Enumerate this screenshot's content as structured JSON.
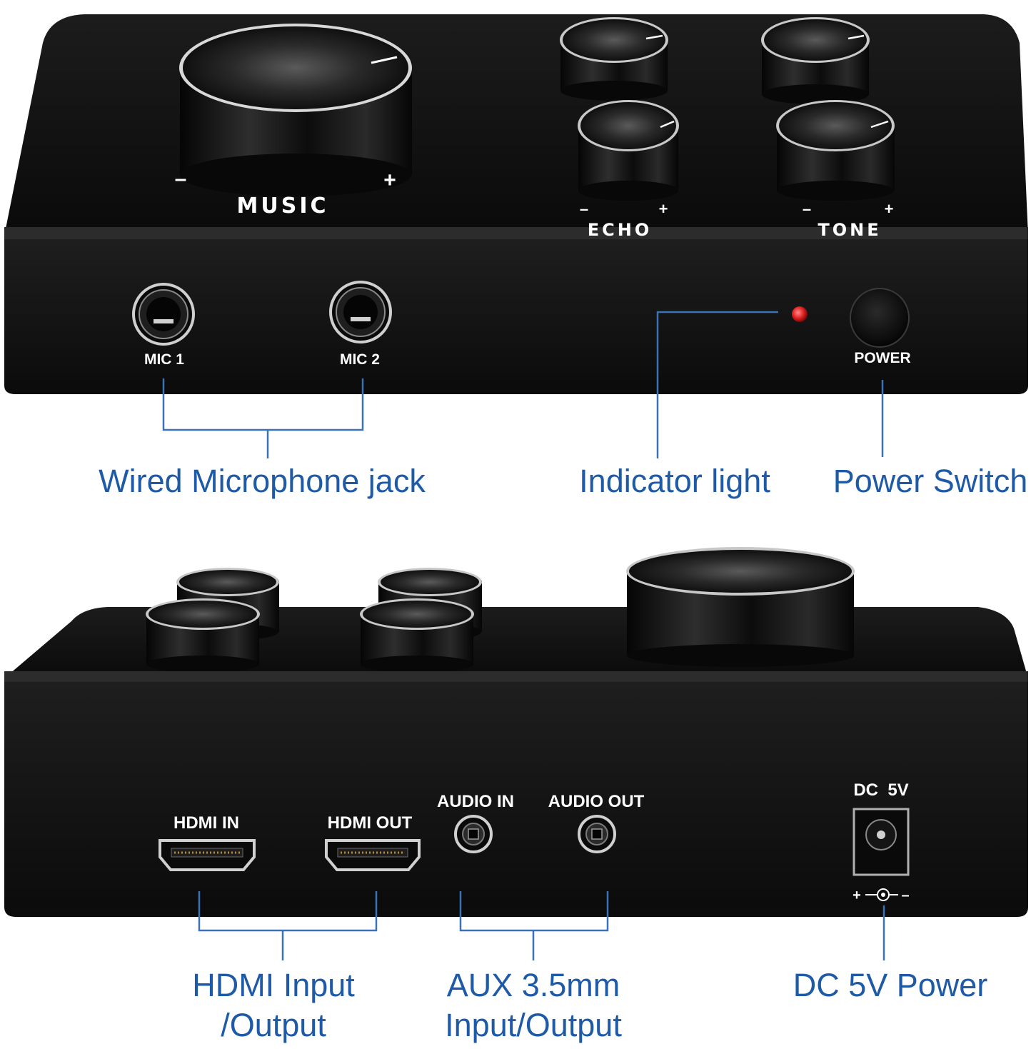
{
  "front_panel": {
    "music_label": "MUSIC",
    "echo_label": "ECHO",
    "tone_label": "TONE",
    "minus_sign": "–",
    "plus_sign": "+",
    "mic1_label": "MIC 1",
    "mic2_label": "MIC 2",
    "power_label": "POWER",
    "indicator_color": "#e02020"
  },
  "back_panel": {
    "hdmi_in_label": "HDMI IN",
    "hdmi_out_label": "HDMI OUT",
    "audio_in_label": "AUDIO IN",
    "audio_out_label": "AUDIO OUT",
    "dc_label": "DC  5V",
    "polarity_plus": "+",
    "polarity_minus": "–"
  },
  "callouts": {
    "mic_jack": "Wired Microphone jack",
    "indicator": "Indicator light",
    "power_switch": "Power Switch",
    "hdmi_line1": "HDMI Input",
    "hdmi_line2": "/Output",
    "aux_line1": "AUX 3.5mm",
    "aux_line2": "Input/Output",
    "dc_power": "DC 5V Power"
  },
  "colors": {
    "callout_text": "#1f5aa6",
    "leader_line": "#3a72b8",
    "device_body": "#141414"
  }
}
